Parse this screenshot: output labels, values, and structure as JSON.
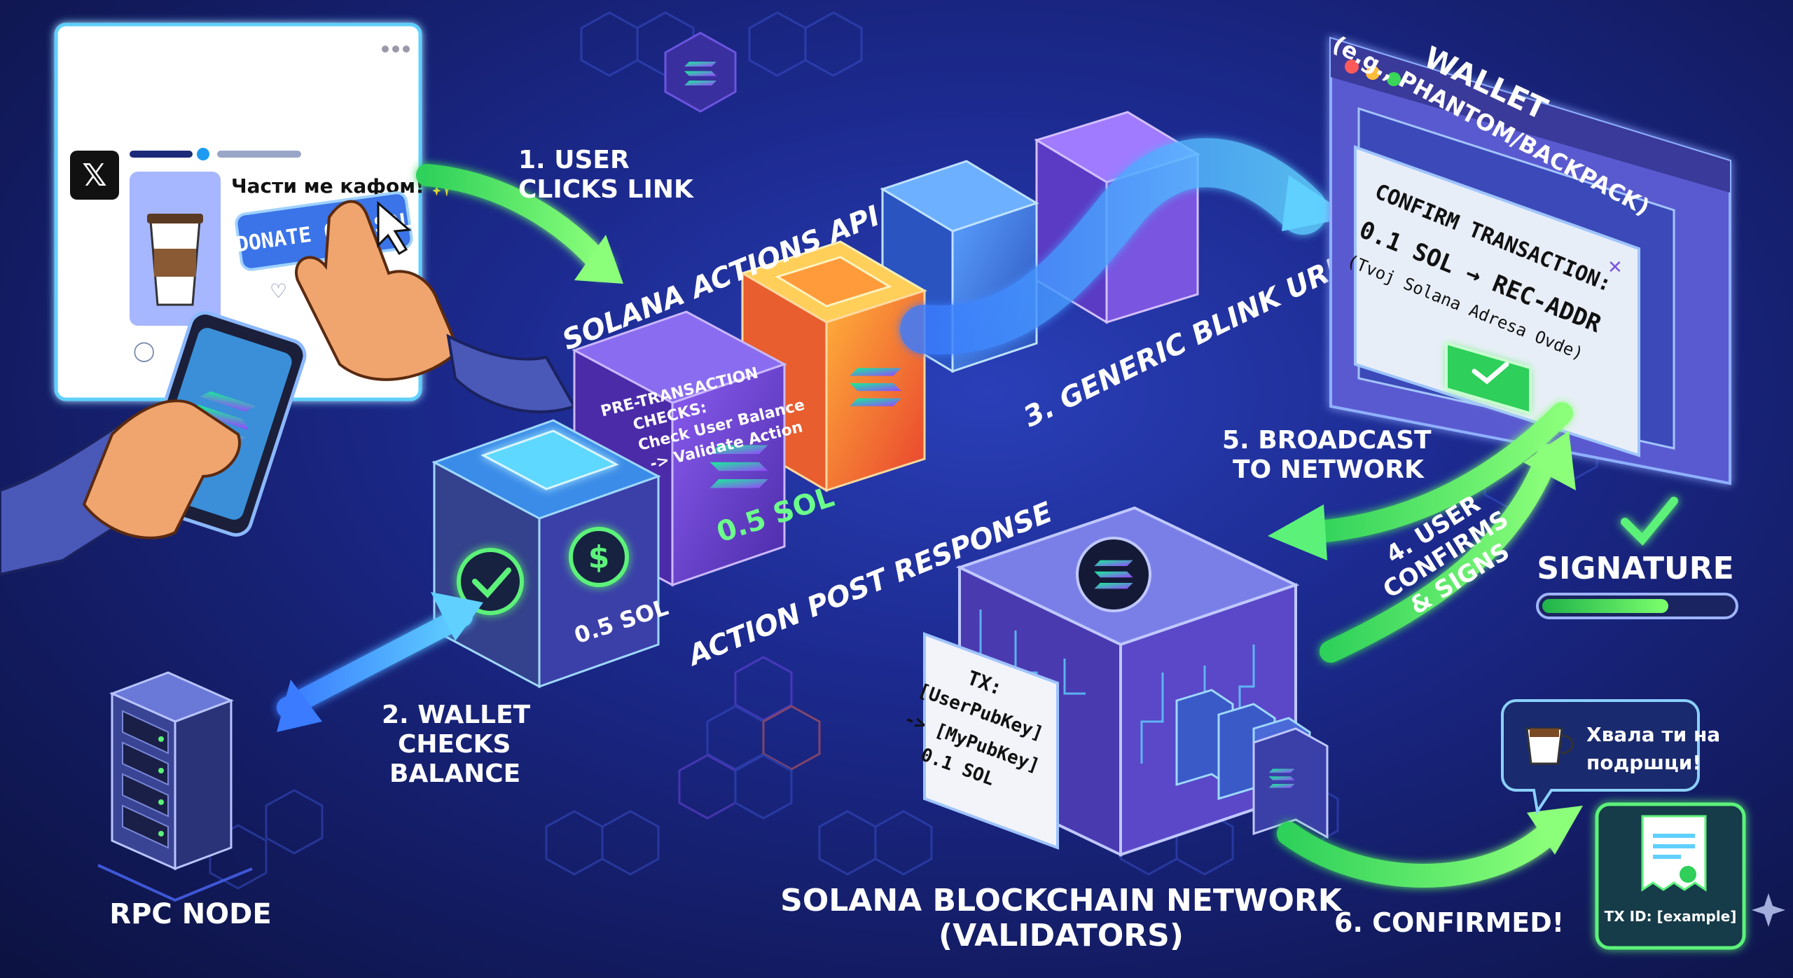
{
  "steps": {
    "s1": "1. USER",
    "s1b": "CLICKS LINK",
    "s2": "2. WALLET",
    "s2b": "CHECKS",
    "s2c": "BALANCE",
    "s3": "3. GENERIC BLINK URL",
    "s4": "4. USER",
    "s4b": "CONFIRMS",
    "s4c": "& SIGNS",
    "s5": "5. BROADCAST",
    "s5b": "TO NETWORK",
    "s6": "6. CONFIRMED!"
  },
  "tweet": {
    "title": "Части ме кафом! ✨",
    "button": "DONATE 0.1 SOL"
  },
  "api": {
    "label": "SOLANA ACTIONS API",
    "response": "ACTION POST RESPONSE",
    "checks": [
      "PRE-TRANSACTION",
      "CHECKS:",
      "Check User Balance",
      "-> Validate Action"
    ],
    "cube1_amount": "0.5 SOL",
    "cube2_amount": "0.5 SOL"
  },
  "wallet": {
    "title": "WALLET",
    "subtitle": "(e.g., PHANTOM/BACKPACK)",
    "confirm_title": "CONFIRM TRANSACTION:",
    "confirm_amount": "0.1 SOL → REC-ADDR",
    "confirm_addr": "(Tvoj Solana Adresa Ovde)",
    "signature": "SIGNATURE"
  },
  "network": {
    "label1": "SOLANA BLOCKCHAIN NETWORK",
    "label2": "(VALIDATORS)",
    "tx": [
      "TX:",
      "[UserPubKey]",
      "-> [MyPubKey]",
      "0.1 SOL"
    ]
  },
  "rpc": {
    "label": "RPC NODE"
  },
  "thanks": {
    "line1": "Хвала ти на",
    "line2": "подршци!"
  },
  "receipt": {
    "txid": "TX ID: [example]"
  },
  "colors": {
    "accent_green": "#5cf27a",
    "accent_blue": "#3fb2ff",
    "solana_purple": "#9945ff",
    "bg": "#1c2a8f"
  }
}
